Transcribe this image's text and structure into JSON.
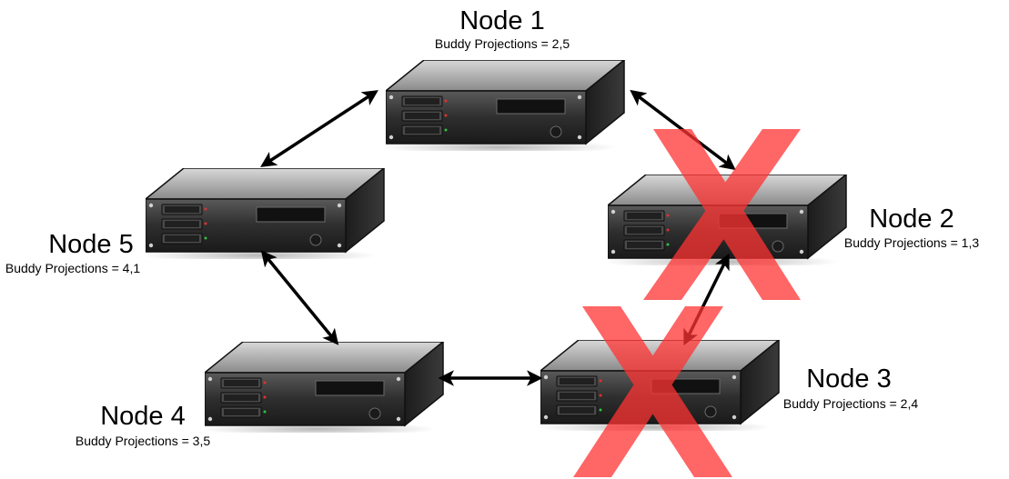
{
  "nodes": [
    {
      "name": "Node 1",
      "buddy": "Buddy Projections = 2,5",
      "failed": false
    },
    {
      "name": "Node 2",
      "buddy": "Buddy Projections = 1,3",
      "failed": true
    },
    {
      "name": "Node 3",
      "buddy": "Buddy Projections = 2,4",
      "failed": true
    },
    {
      "name": "Node 4",
      "buddy": "Buddy Projections = 3,5",
      "failed": false
    },
    {
      "name": "Node 5",
      "buddy": "Buddy Projections = 4,1",
      "failed": false
    }
  ],
  "links": [
    [
      "Node 1",
      "Node 2"
    ],
    [
      "Node 2",
      "Node 3"
    ],
    [
      "Node 3",
      "Node 4"
    ],
    [
      "Node 4",
      "Node 5"
    ],
    [
      "Node 5",
      "Node 1"
    ]
  ],
  "colors": {
    "failure_mark": "#ff3333",
    "arrow": "#000000",
    "server_body": "#2a2a2a"
  }
}
